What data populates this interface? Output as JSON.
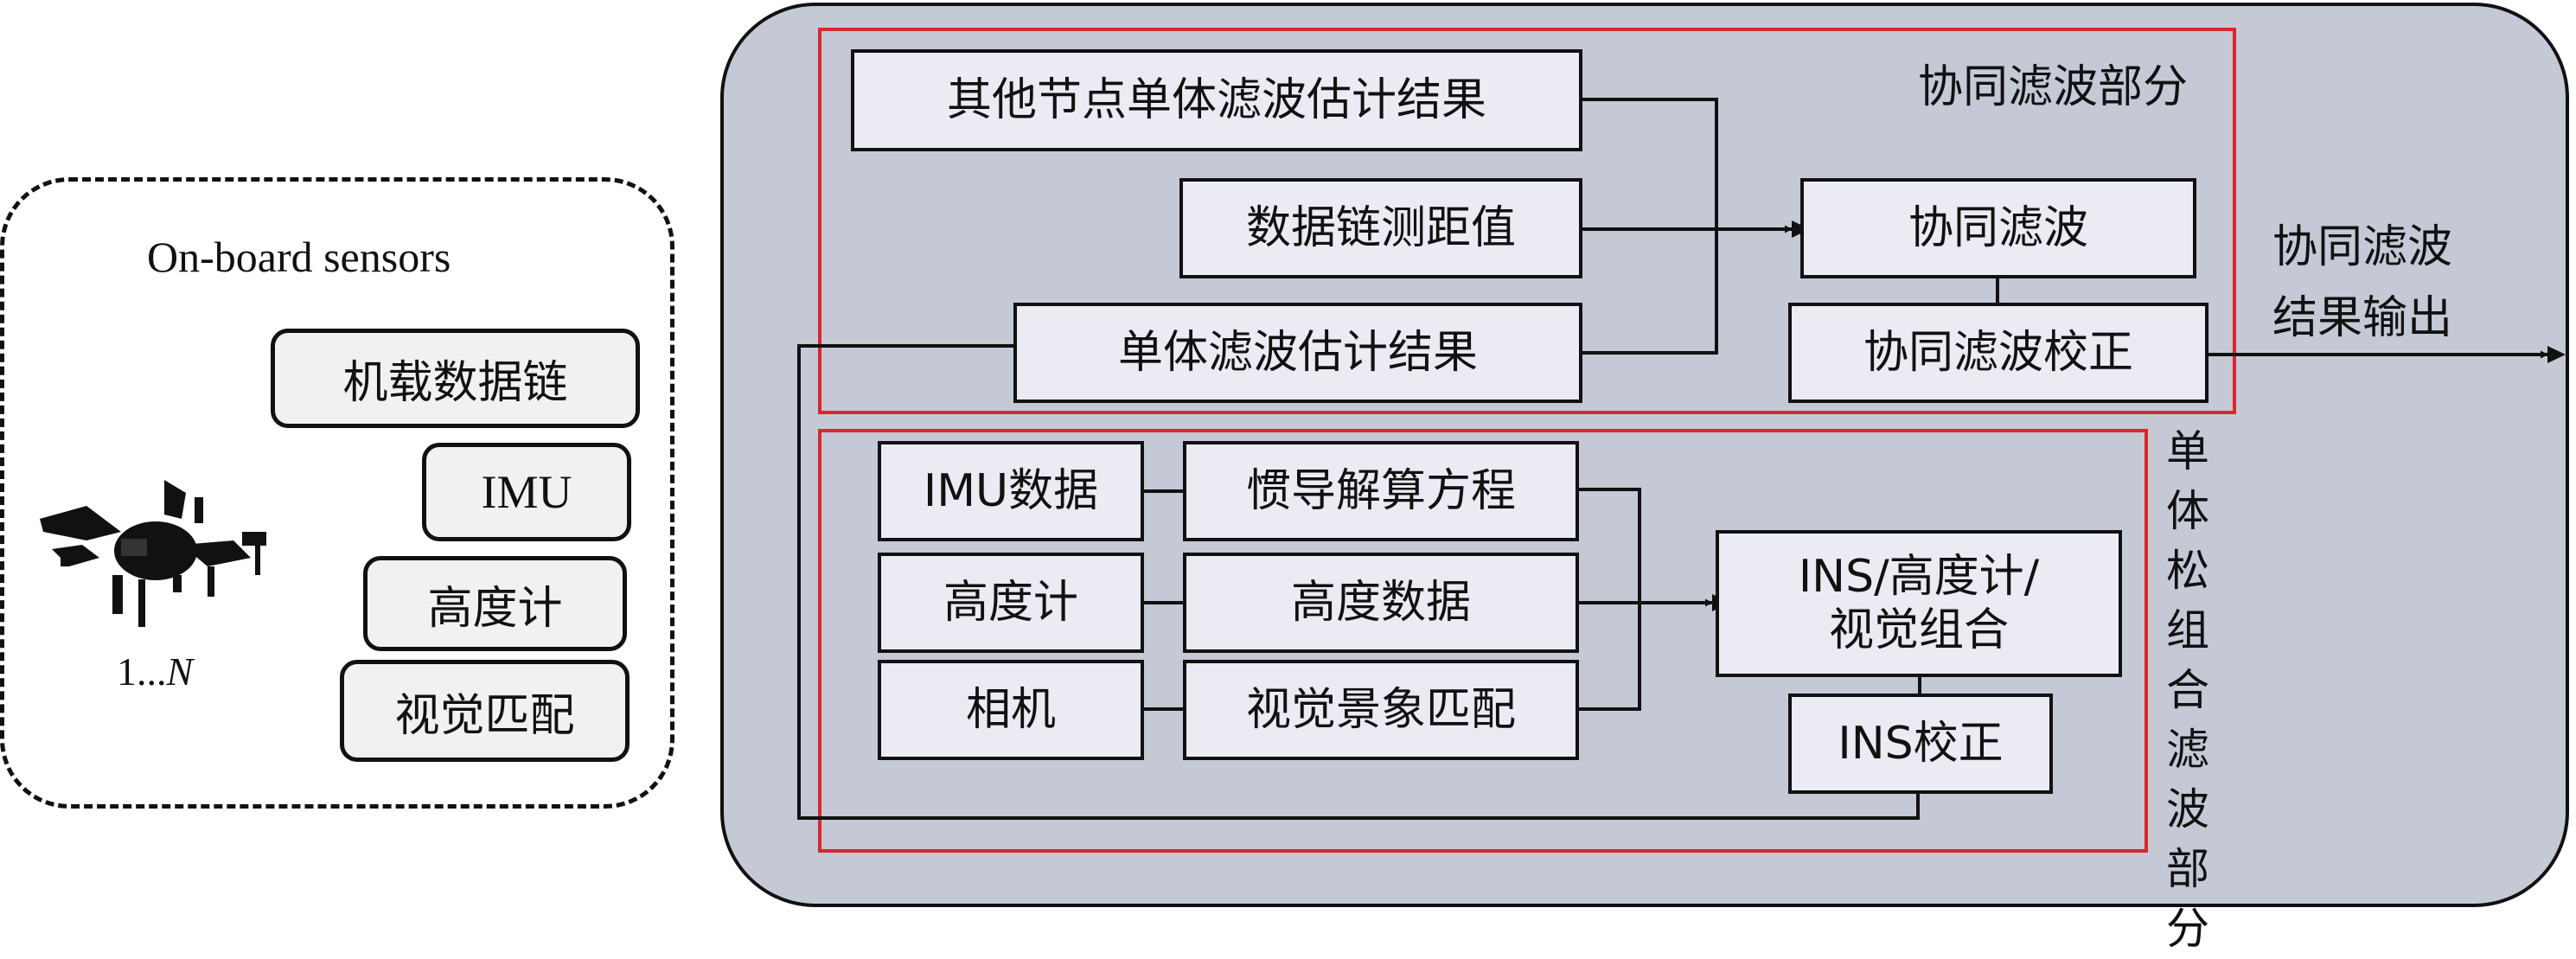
{
  "sensors": {
    "title": "On-board sensors",
    "items": [
      "机载数据链",
      "IMU",
      "高度计",
      "视觉匹配"
    ],
    "node_count_prefix": "1...",
    "node_count_var": "N"
  },
  "cooperative": {
    "region_label": "协同滤波部分",
    "other_nodes": "其他节点单体滤波估计结果",
    "datalink_range": "数据链测距值",
    "single_estimate": "单体滤波估计结果",
    "filter": "协同滤波",
    "correction": "协同滤波校正",
    "output_line1": "协同滤波",
    "output_line2": "结果输出"
  },
  "single": {
    "region_label_chars": [
      "单",
      "体",
      "松",
      "组",
      "合",
      "滤",
      "波",
      "部",
      "分"
    ],
    "imu_data": "IMU数据",
    "inertial_eq": "惯导解算方程",
    "altimeter": "高度计",
    "altitude_data": "高度数据",
    "camera": "相机",
    "scene_match": "视觉景象匹配",
    "combo_line1": "INS/高度计/",
    "combo_line2": "视觉组合",
    "ins_correction": "INS校正"
  },
  "colors": {
    "panel_fill": "#c5c9d6",
    "box_fill": "#ebebf3",
    "region_border": "#d8282d",
    "sensor_box_fill": "#f1f1f1"
  }
}
